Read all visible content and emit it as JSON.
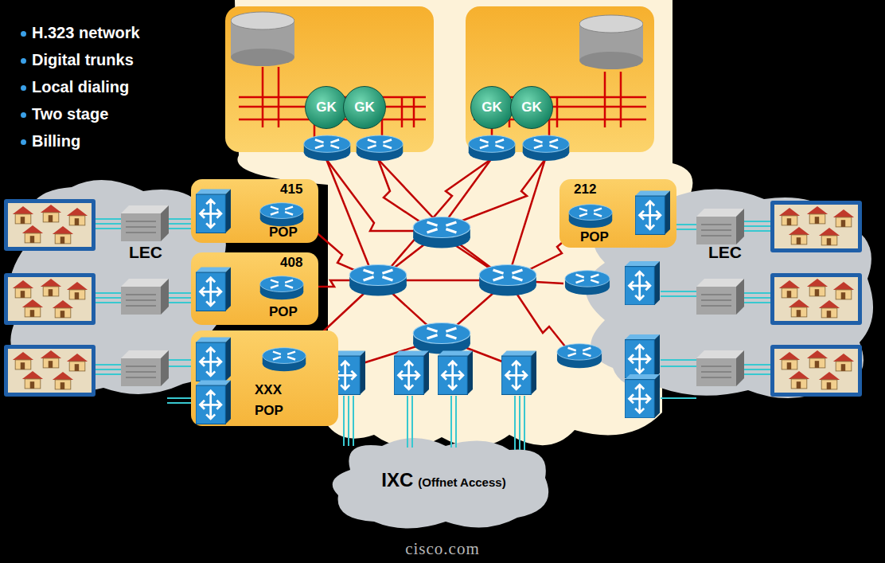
{
  "diagram": {
    "nodes": [
      {
        "text": [
          "GK"
        ]
      },
      {
        "text": [
          "GK"
        ]
      },
      {
        "text": [
          "GK"
        ]
      },
      {
        "text": [
          "GK"
        ]
      },
      {
        "text": [
          "415",
          "POP"
        ]
      },
      {
        "text": [
          "212",
          "POP"
        ]
      },
      {
        "text": [
          "LEC"
        ]
      },
      {
        "text": [
          "408",
          "POP"
        ]
      },
      {
        "text": [
          "LEC"
        ]
      },
      {
        "text": [
          "XXX",
          "POP"
        ]
      },
      {
        "text": [
          "IXC",
          "(Offnet Access)"
        ]
      }
    ],
    "labels": [
      "H.323 network",
      "Digital trunks",
      "Local dialing",
      "Two stage",
      "Billing",
      "cisco.com"
    ]
  }
}
